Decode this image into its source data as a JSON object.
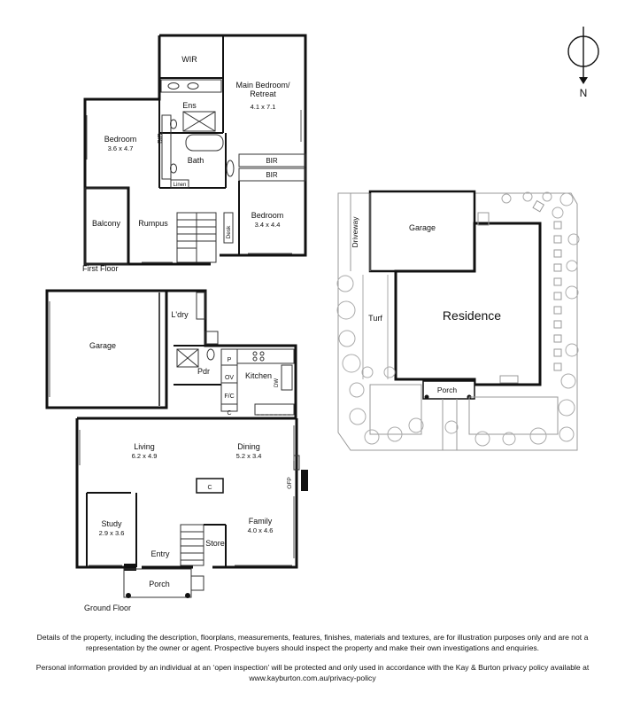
{
  "compass": {
    "label": "N",
    "icon": "north-arrow-icon"
  },
  "first_floor": {
    "title": "First Floor",
    "rooms": {
      "wir": "WIR",
      "main_bedroom": "Main Bedroom/ Retreat",
      "main_bedroom_size": "4.1 x 7.1",
      "ens": "Ens",
      "bir1": "BIR",
      "bir2": "BIR",
      "bir3": "BIR",
      "bedroom1": "Bedroom",
      "bedroom1_size": "3.6 x 4.7",
      "bath": "Bath",
      "linen": "Linen",
      "balcony": "Balcony",
      "rumpus": "Rumpus",
      "desk": "Desk",
      "bedroom2": "Bedroom",
      "bedroom2_size": "3.4 x 4.4"
    }
  },
  "ground_floor": {
    "title": "Ground Floor",
    "rooms": {
      "garage": "Garage",
      "ldry": "L'dry",
      "pdr": "Pdr",
      "p": "P",
      "ov": "OV",
      "kitchen": "Kitchen",
      "dw": "DW",
      "fc": "F/C",
      "c1": "C",
      "living": "Living",
      "living_size": "6.2 x 4.9",
      "dining": "Dining",
      "dining_size": "5.2 x 3.4",
      "c2": "C",
      "ofp": "OFP",
      "study": "Study",
      "study_size": "2.9 x 3.6",
      "family": "Family",
      "family_size": "4.0 x 4.6",
      "store": "Store",
      "entry": "Entry",
      "porch": "Porch"
    }
  },
  "site_plan": {
    "driveway": "Driveway",
    "garage": "Garage",
    "turf": "Turf",
    "residence": "Residence",
    "porch": "Porch"
  },
  "disclaimer": {
    "line1": "Details of the property, including the description, floorplans, measurements, features, finishes, materials and textures, are for illustration purposes only and are not a",
    "line2": "representation by the owner or agent.  Prospective buyers should inspect the property and make their own investigations and enquiries.",
    "line3": "Personal information provided by an individual at an ‘open inspection’ will be protected and only used in accordance with the Kay & Burton privacy policy available at",
    "line4": "www.kayburton.com.au/privacy-policy"
  }
}
